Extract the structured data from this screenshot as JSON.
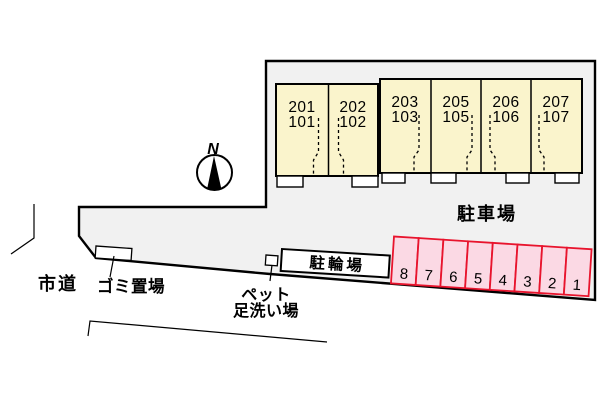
{
  "compass": {
    "label": "N"
  },
  "labels": {
    "city_road": "市道",
    "garbage_area": "ゴミ置場",
    "pet_wash_line1": "ペット",
    "pet_wash_line2": "足洗い場",
    "parking_lot": "駐車場",
    "bicycle_parking": "駐輪場"
  },
  "buildings": {
    "left_block": {
      "units": [
        {
          "upper": "201",
          "lower": "101"
        },
        {
          "upper": "202",
          "lower": "102"
        }
      ]
    },
    "right_block": {
      "units": [
        {
          "upper": "203",
          "lower": "103"
        },
        {
          "upper": "205",
          "lower": "105"
        },
        {
          "upper": "206",
          "lower": "106"
        },
        {
          "upper": "207",
          "lower": "107"
        }
      ]
    }
  },
  "parking": {
    "space_numbers": [
      "8",
      "7",
      "6",
      "5",
      "4",
      "3",
      "2",
      "1"
    ]
  },
  "colors": {
    "building_fill": "#FAF4CC",
    "parking_space_fill": "#FBD9E4",
    "parking_space_border": "#E8142D",
    "site_fill": "#F1F1F1",
    "outline": "#000000"
  }
}
